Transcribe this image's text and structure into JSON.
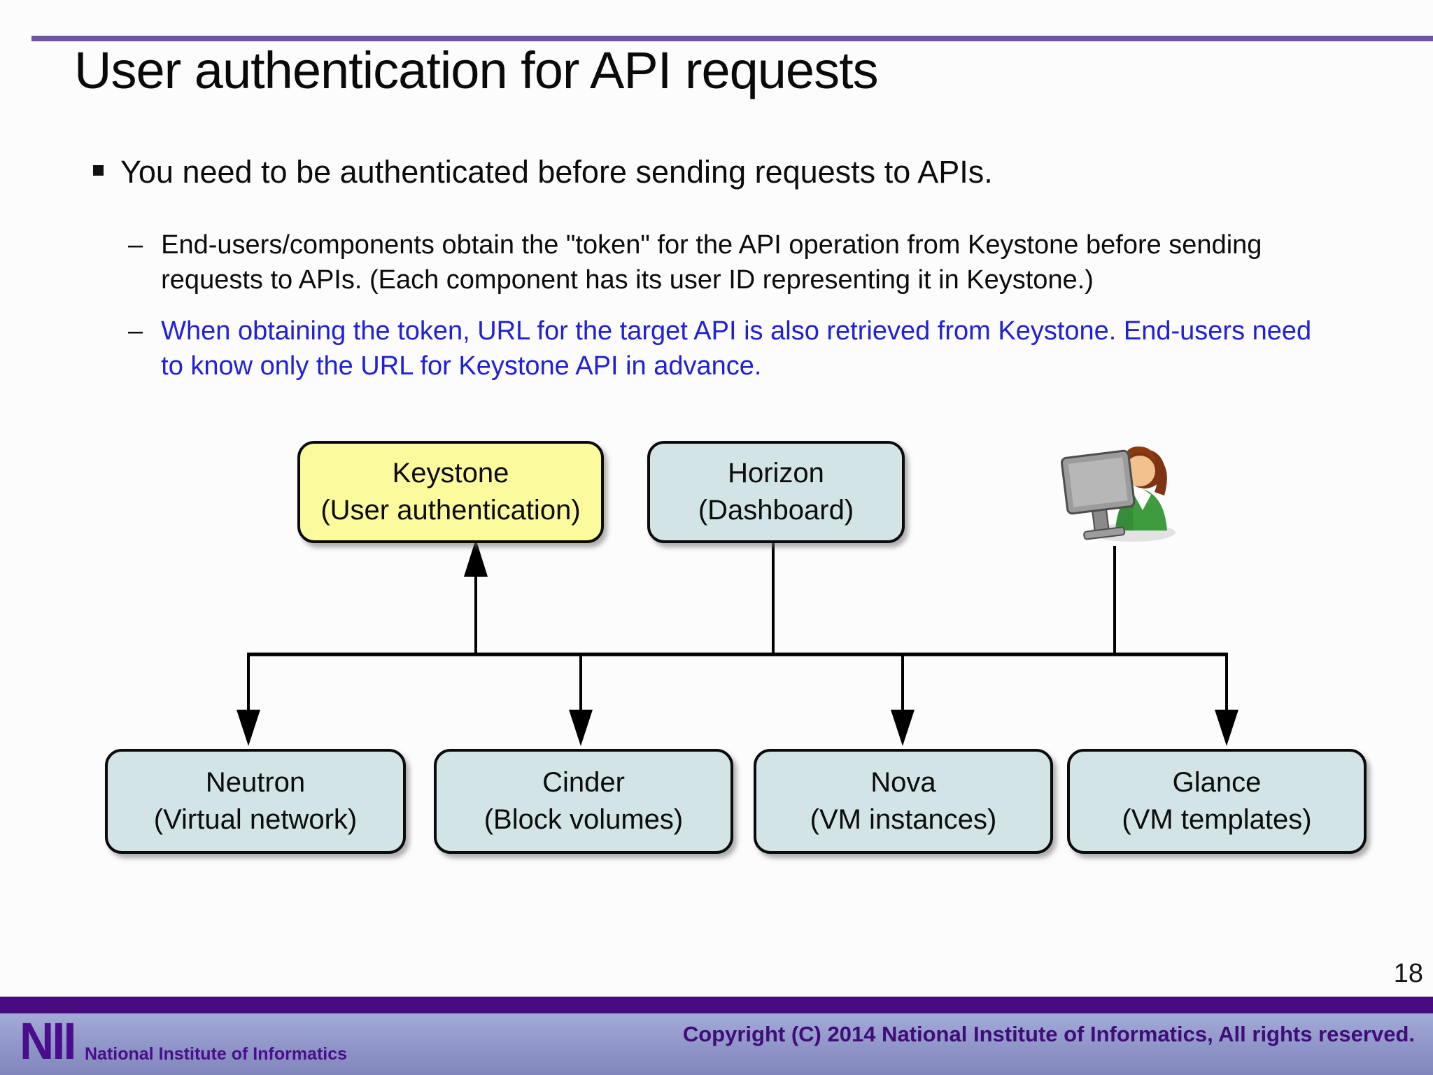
{
  "slide": {
    "title": "User authentication for API requests",
    "page_number": "18",
    "accent_rule_color": "#6F55A2",
    "bullet": {
      "marker": "square",
      "text": "You need to be authenticated before sending requests to APIs."
    },
    "sub_bullets": [
      {
        "marker": "–",
        "color": "#0c0c0c",
        "text": "End-users/components obtain the \"token\" for the API operation from Keystone before sending requests to APIs. (Each component has its user ID representing it in Keystone.)"
      },
      {
        "marker": "–",
        "color": "#2020D8",
        "text": "When obtaining the token, URL for the target API is also retrieved from Keystone. End-users need to know only the URL for Keystone API in advance."
      }
    ]
  },
  "diagram": {
    "nodes": [
      {
        "id": "keystone",
        "name": "Keystone",
        "subtitle": "(User authentication)",
        "fill": "#FBFB9E"
      },
      {
        "id": "horizon",
        "name": "Horizon",
        "subtitle": "(Dashboard)",
        "fill": "#D2E4E6"
      },
      {
        "id": "neutron",
        "name": "Neutron",
        "subtitle": "(Virtual network)",
        "fill": "#D2E4E6"
      },
      {
        "id": "cinder",
        "name": "Cinder",
        "subtitle": "(Block volumes)",
        "fill": "#D2E4E6"
      },
      {
        "id": "nova",
        "name": "Nova",
        "subtitle": "(VM instances)",
        "fill": "#D2E4E6"
      },
      {
        "id": "glance",
        "name": "Glance",
        "subtitle": "(VM templates)",
        "fill": "#D2E4E6"
      }
    ],
    "user_icon": "user-at-computer",
    "edges": [
      {
        "from": "bus",
        "to": "keystone",
        "arrow": true,
        "direction": "up"
      },
      {
        "from": "horizon",
        "to": "bus",
        "arrow": false
      },
      {
        "from": "user",
        "to": "bus",
        "arrow": false
      },
      {
        "from": "bus",
        "to": "neutron",
        "arrow": true,
        "direction": "down"
      },
      {
        "from": "bus",
        "to": "cinder",
        "arrow": true,
        "direction": "down"
      },
      {
        "from": "bus",
        "to": "nova",
        "arrow": true,
        "direction": "down"
      },
      {
        "from": "bus",
        "to": "glance",
        "arrow": true,
        "direction": "down"
      }
    ],
    "line_color": "#000000"
  },
  "footer": {
    "logo_text": "NII",
    "logo_caption": "National Institute of Informatics",
    "copyright": "Copyright (C) 2014 National Institute of Informatics, All rights reserved.",
    "bar_color": "#470C80"
  }
}
